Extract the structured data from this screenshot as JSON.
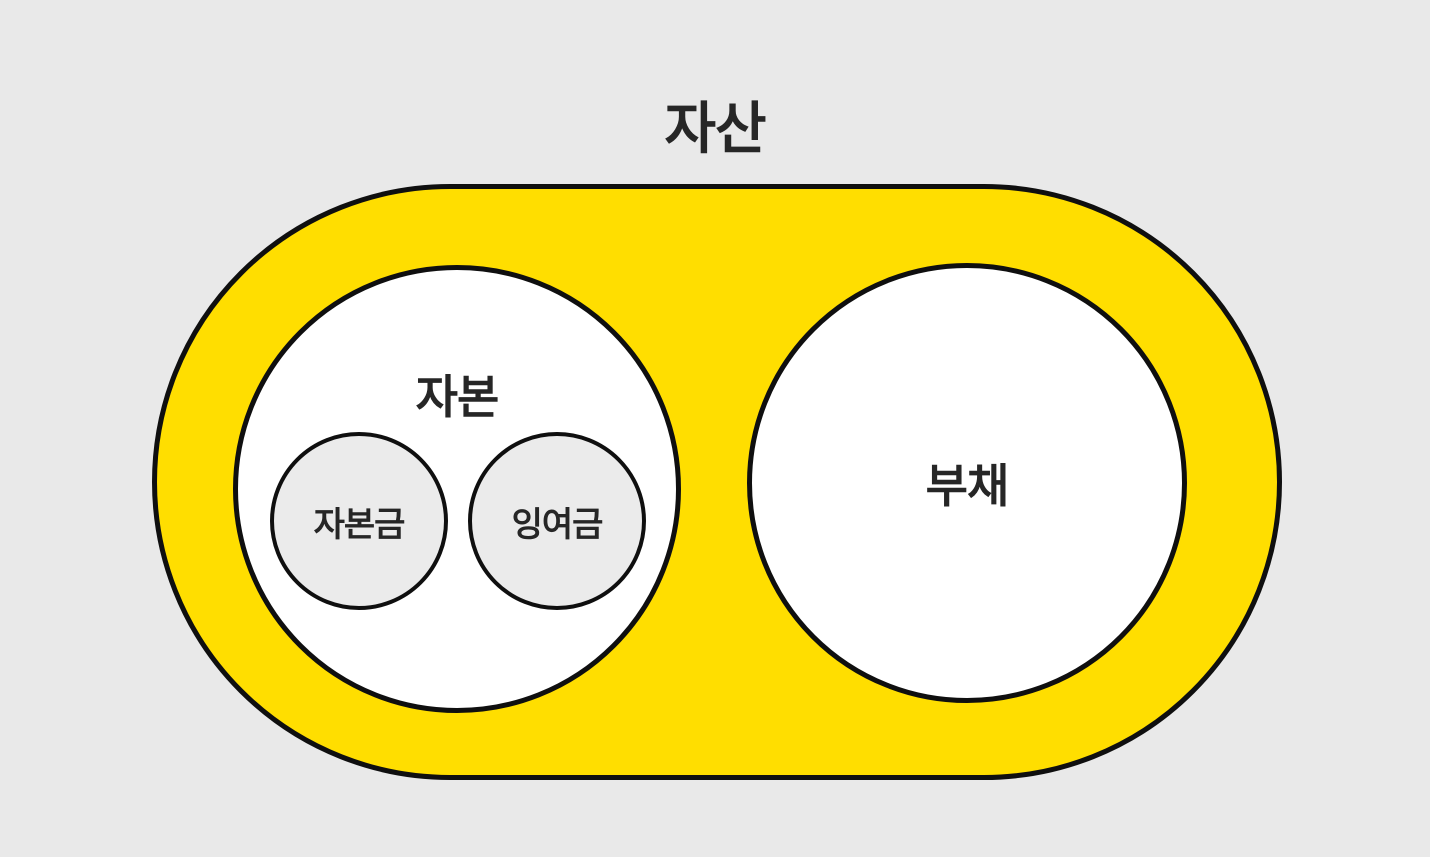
{
  "diagram": {
    "title": "자산",
    "nodes": {
      "capital": {
        "label": "자본"
      },
      "capital_stock": {
        "label": "자본금"
      },
      "surplus": {
        "label": "잉여금"
      },
      "liabilities": {
        "label": "부채"
      }
    },
    "colors": {
      "background": "#e9e9e9",
      "asset_fill": "#ffde00",
      "stroke": "#0f0f0f",
      "circle_fill": "#ffffff",
      "subcircle_fill": "#ebebeb",
      "text": "#262626"
    }
  }
}
